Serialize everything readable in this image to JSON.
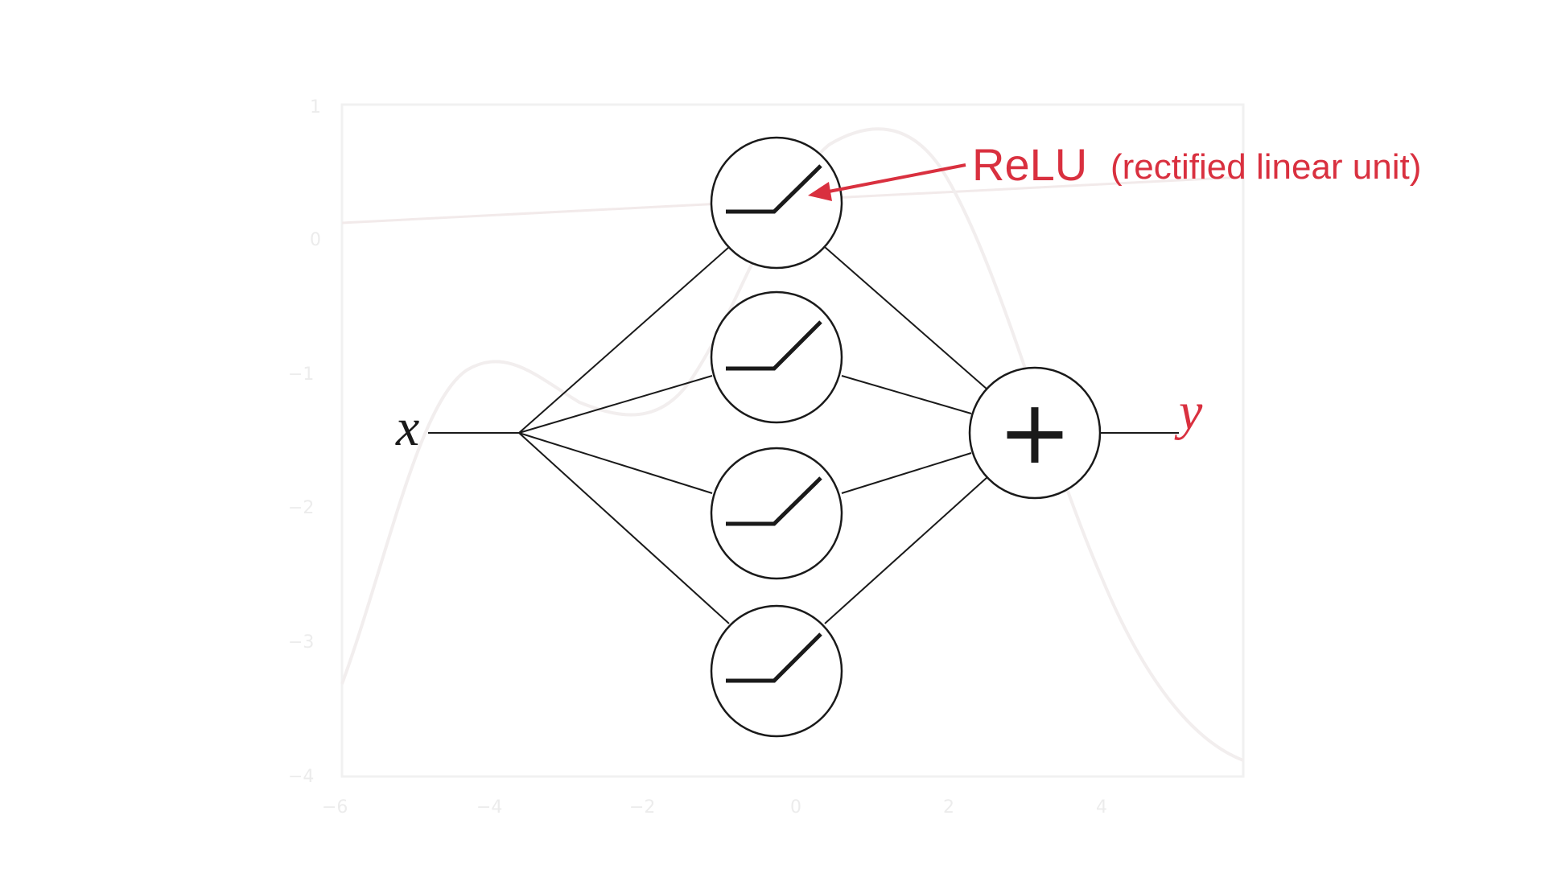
{
  "diagram": {
    "input_label": "x",
    "output_label": "y",
    "sum_symbol": "+",
    "annotation": {
      "title": "ReLU",
      "subtitle": "(rectified linear unit)"
    },
    "hidden_unit_count": 4,
    "colors": {
      "line": "#1a1a1a",
      "accent": "#d9303f",
      "faint_background": "#ededed"
    }
  },
  "background_plot": {
    "y_ticks": [
      "1",
      "0",
      "−1",
      "−2",
      "−3",
      "−4"
    ],
    "x_ticks": [
      "−6",
      "−4",
      "−2",
      "0",
      "2",
      "4"
    ],
    "stray_label": "1"
  }
}
